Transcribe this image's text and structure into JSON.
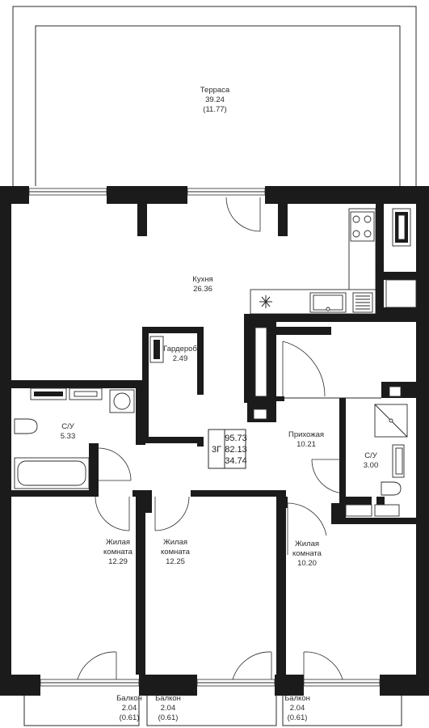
{
  "plan": {
    "rooms": [
      {
        "key": "terrace",
        "name": "Терраса",
        "area": "39.24",
        "extra": "(11.77)"
      },
      {
        "key": "kitchen",
        "name": "Кухня",
        "area": "26.36"
      },
      {
        "key": "wardrobe",
        "name": "Гардероб",
        "area": "2.49"
      },
      {
        "key": "bath1",
        "name": "С/У",
        "area": "5.33"
      },
      {
        "key": "hall",
        "name": "Прихожая",
        "area": "10.21"
      },
      {
        "key": "bath2",
        "name": "С/У",
        "area": "3.00"
      },
      {
        "key": "room1",
        "name_line1": "Жилая",
        "name_line2": "комната",
        "area": "12.29"
      },
      {
        "key": "room2",
        "name_line1": "Жилая",
        "name_line2": "комната",
        "area": "12.25"
      },
      {
        "key": "room3",
        "name_line1": "Жилая",
        "name_line2": "комната",
        "area": "10.20"
      },
      {
        "key": "balcony1",
        "name": "Балкон",
        "area": "2.04",
        "extra": "(0.61)"
      },
      {
        "key": "balcony2",
        "name": "Балкон",
        "area": "2.04",
        "extra": "(0.61)"
      },
      {
        "key": "balcony3",
        "name": "Балкон",
        "area": "2.04",
        "extra": "(0.61)"
      }
    ],
    "summary": {
      "type": "3Г",
      "total": "95.73",
      "living_total": "82.13",
      "living": "34.74"
    }
  }
}
